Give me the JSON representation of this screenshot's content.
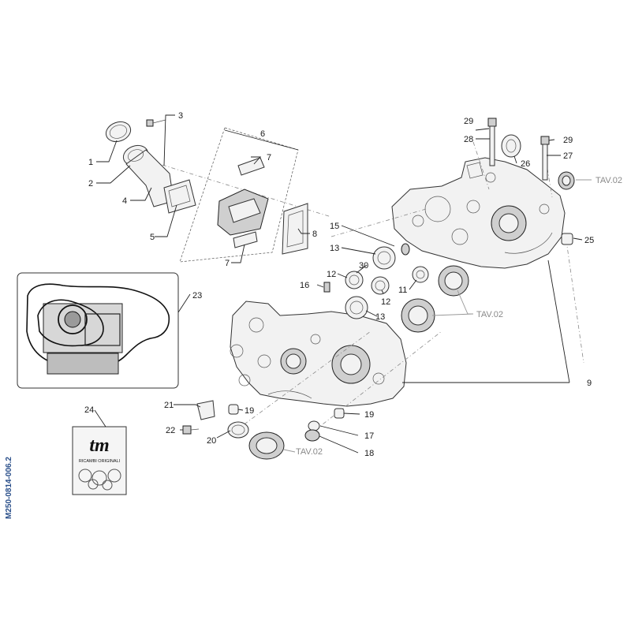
{
  "drawing_code": "M250-0814-006.2",
  "callouts": {
    "c1": "1",
    "c2": "2",
    "c3": "3",
    "c4": "4",
    "c5": "5",
    "c6": "6",
    "c7a": "7",
    "c7b": "7",
    "c8": "8",
    "c9": "9",
    "c11": "11",
    "c12a": "12",
    "c12b": "12",
    "c13a": "13",
    "c13b": "13",
    "c15": "15",
    "c16": "16",
    "c17": "17",
    "c18": "18",
    "c19a": "19",
    "c19b": "19",
    "c20": "20",
    "c21": "21",
    "c22": "22",
    "c23": "23",
    "c24": "24",
    "c25": "25",
    "c26": "26",
    "c27": "27",
    "c28": "28",
    "c29a": "29",
    "c29b": "29",
    "c30": "30"
  },
  "table_refs": {
    "tav_right": "TAV.02",
    "tav_bearing": "TAV.02",
    "tav_seal": "TAV.02"
  },
  "kit_label": {
    "brand": "tm",
    "subtitle": "RICAMBI ORIGINALI"
  },
  "colors": {
    "ink": "#222222",
    "code_blue": "#2a4f8a",
    "tav_grey": "#8a8a8a"
  }
}
